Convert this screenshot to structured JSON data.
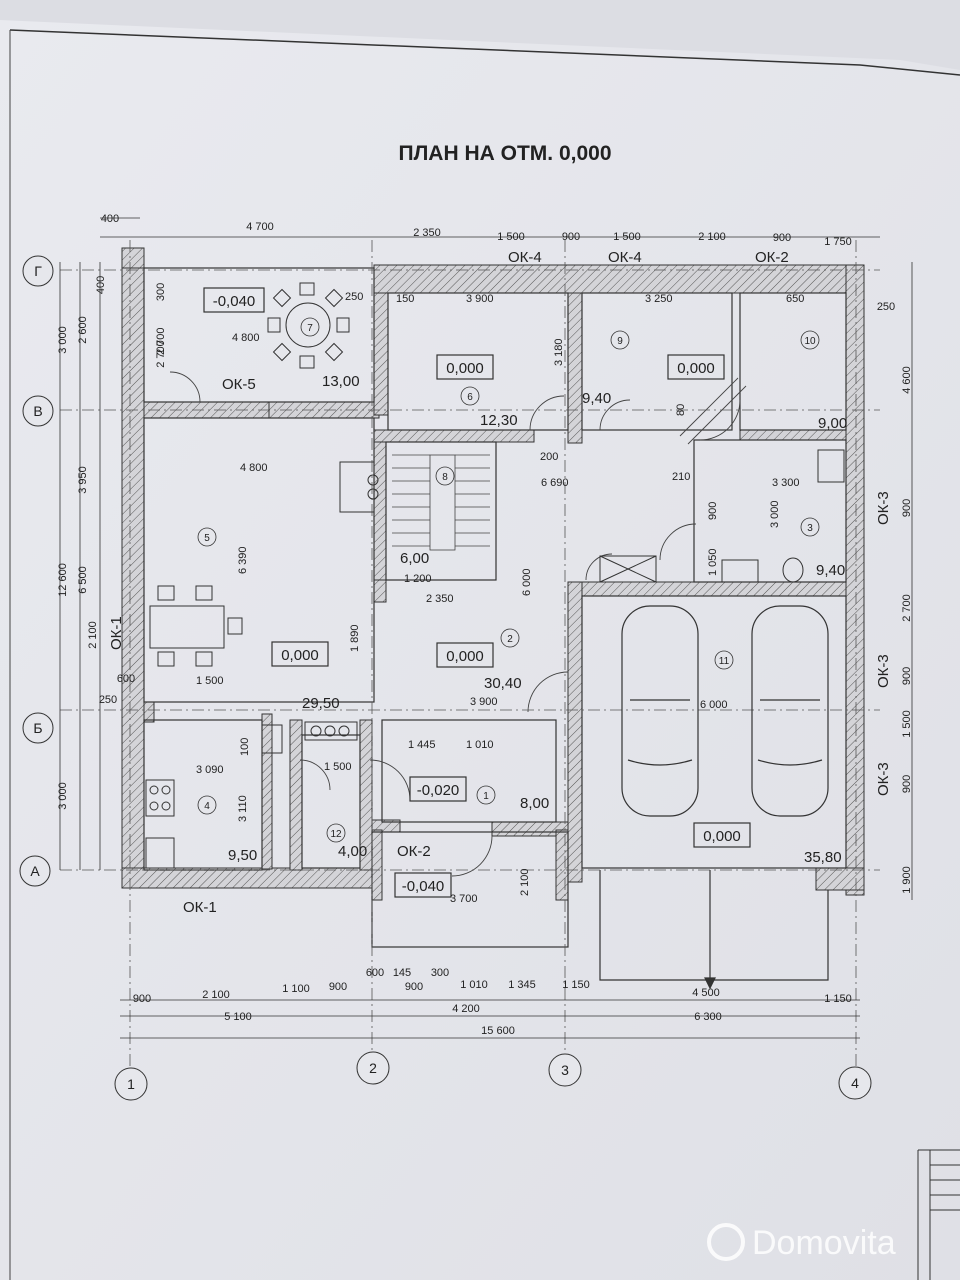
{
  "plan": {
    "title": "ПЛАН НА ОТМ. 0,000",
    "axes_letters": [
      "Г",
      "В",
      "Б",
      "А"
    ],
    "axes_numbers": [
      "1",
      "2",
      "3",
      "4"
    ],
    "top_dims": [
      "400",
      "4 700",
      "2 350",
      "1 500",
      "900",
      "1 500",
      "2 100",
      "900",
      "1 750"
    ],
    "bottom_dims_row1": [
      "900",
      "2 100",
      "1 100",
      "900",
      "600",
      "145",
      "900",
      "300",
      "1 010",
      "1 345",
      "1 150",
      "4 500",
      "1 150"
    ],
    "bottom_dims_row2": [
      "5 100",
      "4 200",
      "6 300"
    ],
    "bottom_total": "15 600",
    "left_dims": [
      "400",
      "3 000",
      "2 600",
      "2 700",
      "300",
      "12 600",
      "3 950",
      "6 500",
      "2 100",
      "600",
      "250",
      "3 000"
    ],
    "right_dims": [
      "4 600",
      "900",
      "2 700",
      "900",
      "1 500",
      "900",
      "1 900",
      "250"
    ],
    "windows": {
      "ok1": "ОК-1",
      "ok2": "ОК-2",
      "ok3": "ОК-3",
      "ok4": "ОК-4",
      "ok5": "ОК-5"
    },
    "levels": {
      "terrace": "-0,040",
      "room6": "0,000",
      "room9": "0,000",
      "room5": "0,000",
      "hall": "0,000",
      "vest": "-0,020",
      "porch": "-0,040",
      "garage": "0,000"
    },
    "areas": {
      "terrace": "13,00",
      "room6": "12,30",
      "room9": "9,40",
      "room10": "9,00",
      "stairs": "6,00",
      "room3": "9,40",
      "room5": "29,50",
      "hall": "30,40",
      "kitchen": "9,50",
      "room12": "4,00",
      "vest": "8,00",
      "garage": "35,80"
    },
    "room_numbers": [
      "7",
      "6",
      "9",
      "10",
      "8",
      "3",
      "5",
      "2",
      "11",
      "4",
      "12",
      "1"
    ],
    "inner_dims": {
      "a": "4 800",
      "b": "2 700",
      "c": "250",
      "d": "150",
      "e": "3 900",
      "f": "3 180",
      "g": "3 250",
      "h": "650",
      "i": "4 800",
      "j": "6 390",
      "k": "1 500",
      "l": "6 690",
      "m": "3 300",
      "n": "3 000",
      "o": "6 000",
      "p": "1 890",
      "q": "2 350",
      "r": "1 200",
      "s": "3 090",
      "t": "3 110",
      "u": "1 445",
      "v": "1 010",
      "w": "1 500",
      "x": "3 900",
      "y": "2 100",
      "z": "3 700",
      "aa": "6 000",
      "ab": "900",
      "ac": "210",
      "ad": "80",
      "ae": "1 050",
      "af": "100",
      "ag": "200"
    },
    "watermark": "Domovita"
  }
}
